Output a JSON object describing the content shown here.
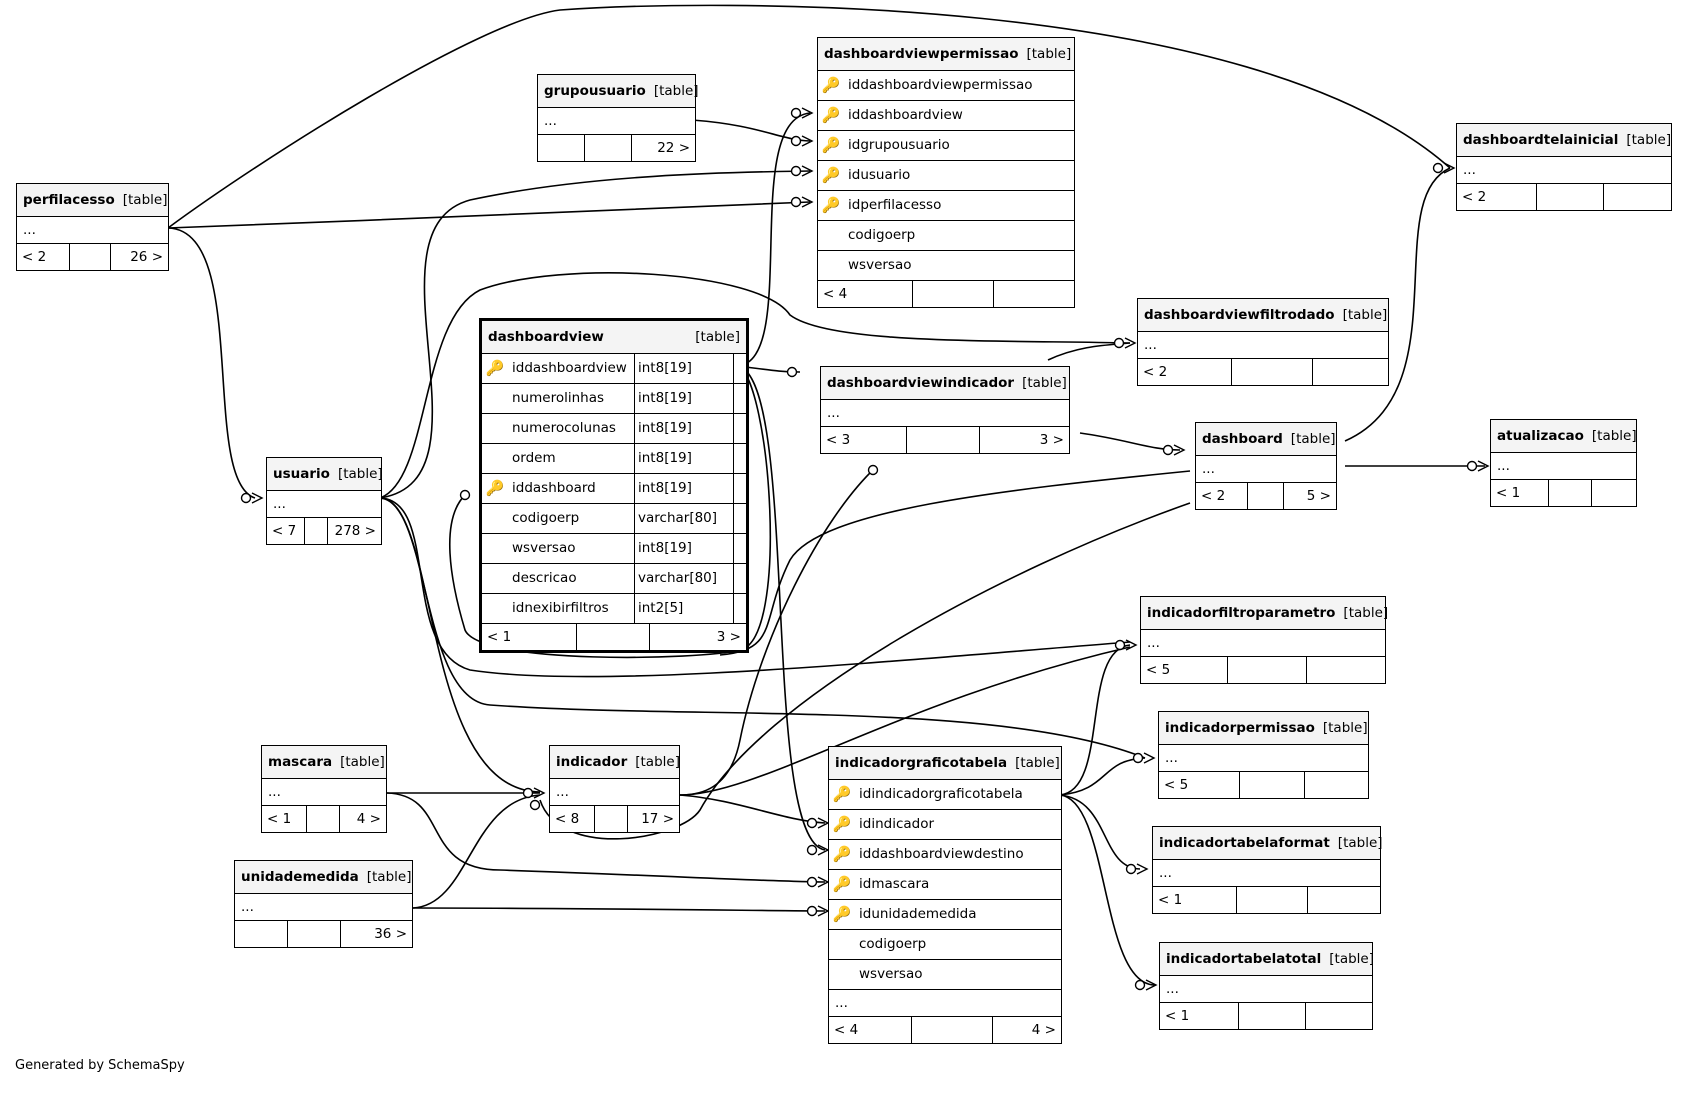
{
  "footer": "Generated by SchemaSpy",
  "tables": {
    "perfilacesso": {
      "name": "perfilacesso",
      "type": "[table]",
      "dots": "...",
      "parents": "< 2",
      "children": "26 >"
    },
    "grupousuario": {
      "name": "grupousuario",
      "type": "[table]",
      "dots": "...",
      "parents": "",
      "children": "22 >"
    },
    "dashboardviewpermissao": {
      "name": "dashboardviewpermissao",
      "type": "[table]",
      "columns": [
        "iddashboardviewpermissao",
        "iddashboardview",
        "idgrupousuario",
        "idusuario",
        "idperfilacesso",
        "codigoerp",
        "wsversao"
      ],
      "parents": "< 4",
      "children": ""
    },
    "dashboardtelainicial": {
      "name": "dashboardtelainicial",
      "type": "[table]",
      "dots": "...",
      "parents": "< 2",
      "children": ""
    },
    "dashboardviewfiltrodado": {
      "name": "dashboardviewfiltrodado",
      "type": "[table]",
      "dots": "...",
      "parents": "< 2",
      "children": ""
    },
    "dashboardview": {
      "name": "dashboardview",
      "type": "[table]",
      "columns": [
        {
          "name": "iddashboardview",
          "type": "int8[19]"
        },
        {
          "name": "numerolinhas",
          "type": "int8[19]"
        },
        {
          "name": "numerocolunas",
          "type": "int8[19]"
        },
        {
          "name": "ordem",
          "type": "int8[19]"
        },
        {
          "name": "iddashboard",
          "type": "int8[19]"
        },
        {
          "name": "codigoerp",
          "type": "varchar[80]"
        },
        {
          "name": "wsversao",
          "type": "int8[19]"
        },
        {
          "name": "descricao",
          "type": "varchar[80]"
        },
        {
          "name": "idnexibirfiltros",
          "type": "int2[5]"
        }
      ],
      "parents": "< 1",
      "children": "3 >"
    },
    "usuario": {
      "name": "usuario",
      "type": "[table]",
      "dots": "...",
      "parents": "< 7",
      "children": "278 >"
    },
    "dashboardviewindicador": {
      "name": "dashboardviewindicador",
      "type": "[table]",
      "dots": "...",
      "parents": "< 3",
      "children": "3 >"
    },
    "dashboard": {
      "name": "dashboard",
      "type": "[table]",
      "dots": "...",
      "parents": "< 2",
      "children": "5 >"
    },
    "atualizacao": {
      "name": "atualizacao",
      "type": "[table]",
      "dots": "...",
      "parents": "< 1",
      "children": ""
    },
    "indicadorfiltroparametro": {
      "name": "indicadorfiltroparametro",
      "type": "[table]",
      "dots": "...",
      "parents": "< 5",
      "children": ""
    },
    "indicadorpermissao": {
      "name": "indicadorpermissao",
      "type": "[table]",
      "dots": "...",
      "parents": "< 5",
      "children": ""
    },
    "mascara": {
      "name": "mascara",
      "type": "[table]",
      "dots": "...",
      "parents": "< 1",
      "children": "4 >"
    },
    "indicador": {
      "name": "indicador",
      "type": "[table]",
      "dots": "...",
      "parents": "< 8",
      "children": "17 >"
    },
    "indicadorgraficotabela": {
      "name": "indicadorgraficotabela",
      "type": "[table]",
      "columns": [
        "idindicadorgraficotabela",
        "idindicador",
        "iddashboardviewdestino",
        "idmascara",
        "idunidademedida",
        "codigoerp",
        "wsversao"
      ],
      "dots": "...",
      "parents": "< 4",
      "children": "4 >"
    },
    "indicadortabelaformat": {
      "name": "indicadortabelaformat",
      "type": "[table]",
      "dots": "...",
      "parents": "< 1",
      "children": ""
    },
    "unidademedida": {
      "name": "unidademedida",
      "type": "[table]",
      "dots": "...",
      "parents": "",
      "children": "36 >"
    },
    "indicadortabelatotal": {
      "name": "indicadortabelatotal",
      "type": "[table]",
      "dots": "...",
      "parents": "< 1",
      "children": ""
    }
  },
  "icons": {
    "primary_key": "key-gold-icon",
    "foreign_key": "key-gray-icon"
  }
}
